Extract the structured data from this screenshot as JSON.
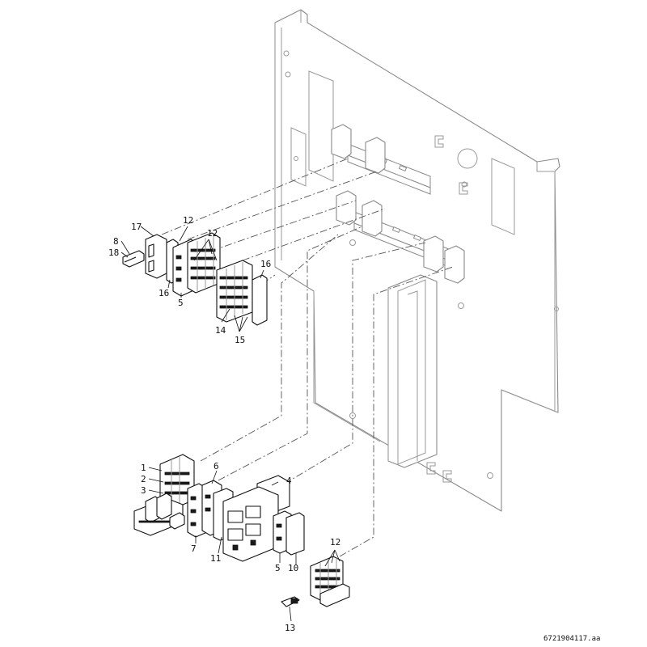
{
  "diagram": {
    "callouts": {
      "c1": "1",
      "c2": "2",
      "c3": "3",
      "c4": "4",
      "c5a": "5",
      "c5b": "5",
      "c6": "6",
      "c7": "7",
      "c8": "8",
      "c10": "10",
      "c11": "11",
      "c12a": "12",
      "c12b": "12",
      "c12c": "12",
      "c13": "13",
      "c14": "14",
      "c15": "15",
      "c16a": "16",
      "c16b": "16",
      "c17": "17",
      "c18": "18"
    },
    "doc_reference": "6721904117.aa"
  }
}
